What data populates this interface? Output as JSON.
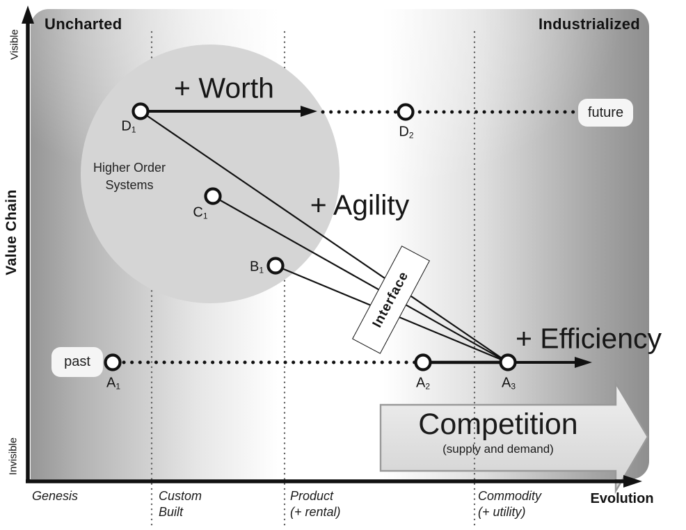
{
  "header": {
    "left_label": "Uncharted",
    "right_label": "Industrialized"
  },
  "axes": {
    "y_title": "Value Chain",
    "y_top": "Visible",
    "y_bottom": "Invisible",
    "x_title": "Evolution",
    "stages": [
      {
        "line1": "Genesis",
        "line2": ""
      },
      {
        "line1": "Custom",
        "line2": "Built"
      },
      {
        "line1": "Product",
        "line2": "(+ rental)"
      },
      {
        "line1": "Commodity",
        "line2": "(+ utility)"
      }
    ]
  },
  "annotations": {
    "worth": "+ Worth",
    "agility": "+ Agility",
    "efficiency": "+ Efficiency",
    "interface_label": "Interface",
    "higher_order": {
      "line1": "Higher Order",
      "line2": "Systems"
    },
    "past_label": "past",
    "future_label": "future",
    "competition_title": "Competition",
    "competition_subtitle": "(supply and demand)"
  },
  "nodes": [
    {
      "id": "D1",
      "name": "D",
      "sub": "1"
    },
    {
      "id": "D2",
      "name": "D",
      "sub": "2"
    },
    {
      "id": "C1",
      "name": "C",
      "sub": "1"
    },
    {
      "id": "B1",
      "name": "B",
      "sub": "1"
    },
    {
      "id": "A1",
      "name": "A",
      "sub": "1"
    },
    {
      "id": "A2",
      "name": "A",
      "sub": "2"
    },
    {
      "id": "A3",
      "name": "A",
      "sub": "3"
    }
  ],
  "colors": {
    "ink": "#111111",
    "circle_fill": "#d5d5d5",
    "label_box_bg": "#f5f5f5",
    "competition_border": "#999999",
    "competition_fill": "#e2e2e2",
    "plot_edge_gray": "#949494"
  }
}
